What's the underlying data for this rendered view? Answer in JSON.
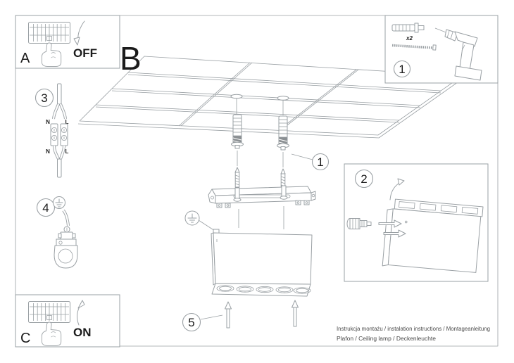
{
  "sheet": {
    "section_labels": {
      "a": "A",
      "b": "B",
      "c": "C"
    },
    "power": {
      "off": "OFF",
      "on": "ON"
    },
    "badges": {
      "step1": "1",
      "anchor_callout": "1",
      "step2": "2",
      "step3": "3",
      "step4": "4",
      "step5": "5"
    },
    "kit": {
      "anchor_qty": "x2"
    },
    "wiring": {
      "top_left": "N",
      "top_right": "L",
      "bottom_left": "N",
      "bottom_right": "L"
    },
    "footer": {
      "line1": "Instrukcja montażu / instalation instructions / Montageanleitung",
      "line2": "Plafon / Ceiling lamp / Deckenleuchte"
    }
  },
  "colors": {
    "line": "#9aa0a4",
    "dark_text": "#1b1b1b",
    "muted_text": "#4a4a4a",
    "background": "#ffffff",
    "shade": "#8b9093"
  }
}
